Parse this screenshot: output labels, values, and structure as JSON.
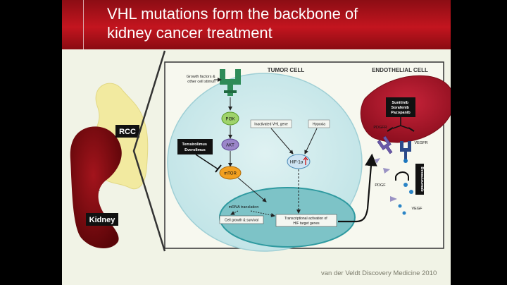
{
  "slide": {
    "title_line1": "VHL mutations form the backbone of",
    "title_line2": "kidney cancer treatment",
    "citation": "van der Veldt Discovery Medicine 2010"
  },
  "diagram": {
    "rcc_label": "RCC",
    "kidney_label": "Kidney",
    "tumor_cell_label": "TUMOR CELL",
    "endothelial_cell_label": "ENDOTHELIAL CELL",
    "growth_factors_line1": "Growth factors &",
    "growth_factors_line2": "other cell stimuli",
    "pi3k": "PI3K",
    "akt": "AKT",
    "mtor": "mTOR",
    "temsirolimus": "Temsirolimus",
    "everolimus": "Everolimus",
    "inactivated_vhl": "Inactivated VHL gene",
    "hypoxia": "Hypoxia",
    "hif": "HIF-1α",
    "mrna_translation": "mRNA translation",
    "cell_growth": "Cell growth & survival",
    "transcriptional_line1": "Transcriptional activation of",
    "transcriptional_line2": "HIF target genes",
    "sunitinib": "Sunitinib",
    "sorafenib": "Sorafenib",
    "pazopanib": "Pazopanib",
    "pdgfr": "PDGFR",
    "vegfr": "VEGFR",
    "pdgf": "PDGF",
    "vegf": "VEGF",
    "bevacizumab": "Bevacizumab"
  }
}
